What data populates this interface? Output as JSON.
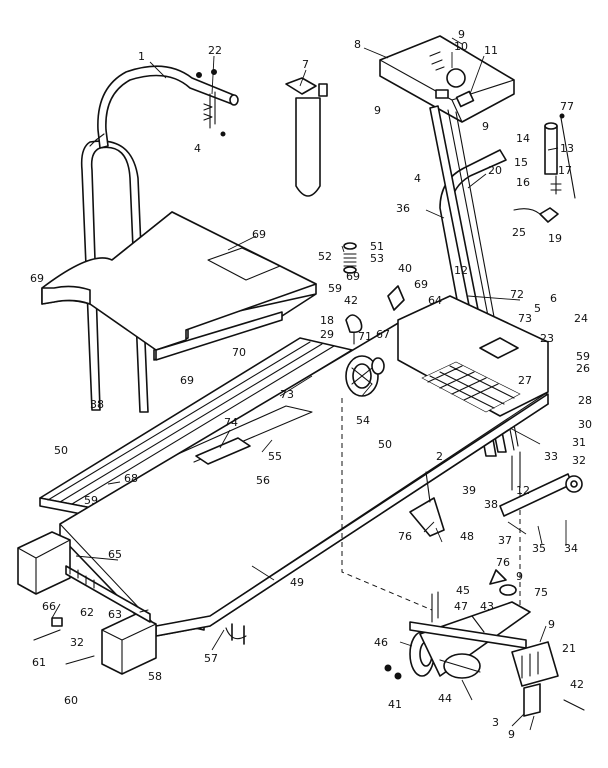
{
  "diagram": {
    "callouts": [
      {
        "id": "c1",
        "text": "1"
      },
      {
        "id": "c22",
        "text": "22"
      },
      {
        "id": "c7",
        "text": "7"
      },
      {
        "id": "c8",
        "text": "8"
      },
      {
        "id": "c9a",
        "text": "9"
      },
      {
        "id": "c10",
        "text": "10"
      },
      {
        "id": "c11",
        "text": "11"
      },
      {
        "id": "c9b",
        "text": "9"
      },
      {
        "id": "c77",
        "text": "77"
      },
      {
        "id": "c14",
        "text": "14"
      },
      {
        "id": "c13",
        "text": "13"
      },
      {
        "id": "c15",
        "text": "15"
      },
      {
        "id": "c17",
        "text": "17"
      },
      {
        "id": "c16",
        "text": "16"
      },
      {
        "id": "c4a",
        "text": "4"
      },
      {
        "id": "c4b",
        "text": "4"
      },
      {
        "id": "c9c",
        "text": "9"
      },
      {
        "id": "c20",
        "text": "20"
      },
      {
        "id": "c36",
        "text": "36"
      },
      {
        "id": "c25",
        "text": "25"
      },
      {
        "id": "c19",
        "text": "19"
      },
      {
        "id": "c69a",
        "text": "69"
      },
      {
        "id": "c69b",
        "text": "69"
      },
      {
        "id": "c51",
        "text": "51"
      },
      {
        "id": "c52",
        "text": "52"
      },
      {
        "id": "c53",
        "text": "53"
      },
      {
        "id": "c69c",
        "text": "69"
      },
      {
        "id": "c40",
        "text": "40"
      },
      {
        "id": "c69d",
        "text": "69"
      },
      {
        "id": "c12a",
        "text": "12"
      },
      {
        "id": "c72",
        "text": "72"
      },
      {
        "id": "c59a",
        "text": "59"
      },
      {
        "id": "c42a",
        "text": "42"
      },
      {
        "id": "c64",
        "text": "64"
      },
      {
        "id": "c5",
        "text": "5"
      },
      {
        "id": "c6",
        "text": "6"
      },
      {
        "id": "c73a",
        "text": "73"
      },
      {
        "id": "c24",
        "text": "24"
      },
      {
        "id": "c18",
        "text": "18"
      },
      {
        "id": "c29",
        "text": "29"
      },
      {
        "id": "c71",
        "text": "71"
      },
      {
        "id": "c67",
        "text": "67"
      },
      {
        "id": "c70",
        "text": "70"
      },
      {
        "id": "c69e",
        "text": "69"
      },
      {
        "id": "c38a",
        "text": "38"
      },
      {
        "id": "c73b",
        "text": "73"
      },
      {
        "id": "c23",
        "text": "23"
      },
      {
        "id": "c59b",
        "text": "59"
      },
      {
        "id": "c26",
        "text": "26"
      },
      {
        "id": "c27",
        "text": "27"
      },
      {
        "id": "c28",
        "text": "28"
      },
      {
        "id": "c54",
        "text": "54"
      },
      {
        "id": "c30",
        "text": "30"
      },
      {
        "id": "c74",
        "text": "74"
      },
      {
        "id": "c55",
        "text": "55"
      },
      {
        "id": "c31",
        "text": "31"
      },
      {
        "id": "c50a",
        "text": "50"
      },
      {
        "id": "c50b",
        "text": "50"
      },
      {
        "id": "c32a",
        "text": "32"
      },
      {
        "id": "c2",
        "text": "2"
      },
      {
        "id": "c33",
        "text": "33"
      },
      {
        "id": "c68",
        "text": "68"
      },
      {
        "id": "c56",
        "text": "56"
      },
      {
        "id": "c59c",
        "text": "59"
      },
      {
        "id": "c39",
        "text": "39"
      },
      {
        "id": "c38b",
        "text": "38"
      },
      {
        "id": "c12b",
        "text": "12"
      },
      {
        "id": "c37",
        "text": "37"
      },
      {
        "id": "c35",
        "text": "35"
      },
      {
        "id": "c34",
        "text": "34"
      },
      {
        "id": "c76a",
        "text": "76"
      },
      {
        "id": "c48",
        "text": "48"
      },
      {
        "id": "c65",
        "text": "65"
      },
      {
        "id": "c76b",
        "text": "76"
      },
      {
        "id": "c9d",
        "text": "9"
      },
      {
        "id": "c75",
        "text": "75"
      },
      {
        "id": "c66",
        "text": "66"
      },
      {
        "id": "c49",
        "text": "49"
      },
      {
        "id": "c45",
        "text": "45"
      },
      {
        "id": "c47",
        "text": "47"
      },
      {
        "id": "c43",
        "text": "43"
      },
      {
        "id": "c62",
        "text": "62"
      },
      {
        "id": "c63",
        "text": "63"
      },
      {
        "id": "c9e",
        "text": "9"
      },
      {
        "id": "c46",
        "text": "46"
      },
      {
        "id": "c21",
        "text": "21"
      },
      {
        "id": "c61",
        "text": "61"
      },
      {
        "id": "c32b",
        "text": "32"
      },
      {
        "id": "c58",
        "text": "58"
      },
      {
        "id": "c57",
        "text": "57"
      },
      {
        "id": "c42b",
        "text": "42"
      },
      {
        "id": "c60",
        "text": "60"
      },
      {
        "id": "c44",
        "text": "44"
      },
      {
        "id": "c41",
        "text": "41"
      },
      {
        "id": "c3",
        "text": "3"
      },
      {
        "id": "c9f",
        "text": "9"
      }
    ]
  }
}
